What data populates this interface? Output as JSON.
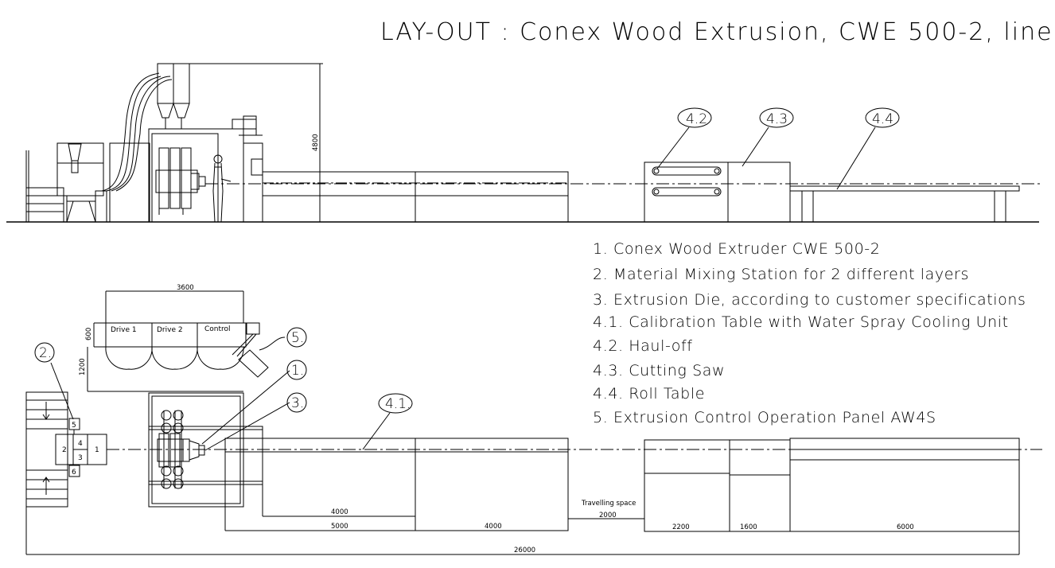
{
  "title": "LAY-OUT :  Conex Wood Extrusion, CWE 500-2, line",
  "legend": [
    "1. Conex Wood Extruder CWE 500-2",
    "2. Material Mixing Station for 2 different layers",
    "3. Extrusion Die, according to customer specifications",
    "4.1. Calibration Table with Water Spray Cooling Unit",
    "4.2. Haul-off",
    "4.3. Cutting Saw",
    "4.4. Roll Table",
    "5. Extrusion Control Operation Panel AW4S"
  ],
  "callouts": {
    "c42": "4.2",
    "c43": "4.3",
    "c44": "4.4",
    "c2": "2.",
    "c5": "5.",
    "c1": "1.",
    "c3": "3.",
    "c41": "4.1."
  },
  "dimensions": {
    "height": "4800",
    "panel_width": "3600",
    "panel_depth": "600",
    "panel_clearance": "1200",
    "d4000a": "4000",
    "d5000": "5000",
    "d4000b": "4000",
    "travelling_label": "Travelling space",
    "d2000": "2000",
    "d2200": "2200",
    "d1600": "1600",
    "d6000": "6000",
    "total": "26000"
  },
  "panel_labels": {
    "drive1": "Drive 1",
    "drive2": "Drive 2",
    "control": "Control"
  },
  "mixer_labels": {
    "n5": "5",
    "n4": "4",
    "n2": "2",
    "n3": "3",
    "n1": "1",
    "n6": "6"
  }
}
